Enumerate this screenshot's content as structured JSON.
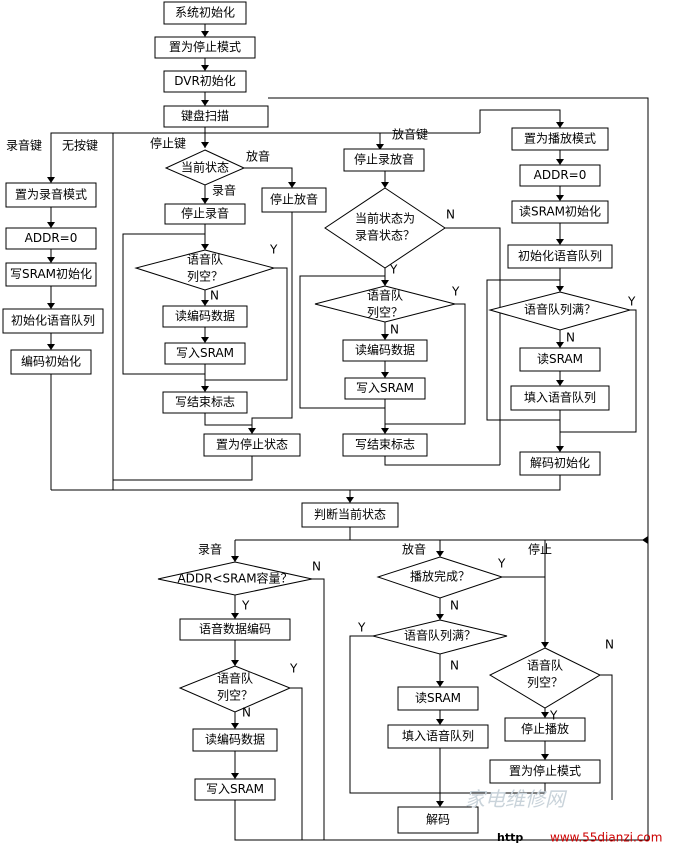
{
  "boxes": {
    "sys_init": "系统初始化",
    "set_stop_mode": "置为停止模式",
    "dvr_init": "DVR初始化",
    "key_scan": "键盘扫描",
    "set_record_mode": "置为录音模式",
    "addr0_rec": "ADDR=0",
    "write_sram_init": "写SRAM初始化",
    "init_voice_queue_rec": "初始化语音队列",
    "encode_init": "编码初始化",
    "stop_record": "停止录音",
    "read_encoded_1": "读编码数据",
    "write_sram_1": "写入SRAM",
    "write_end_flag_1": "写结束标志",
    "set_stop_state": "置为停止状态",
    "stop_play": "停止放音",
    "stop_rec_play": "停止录放音",
    "read_encoded_2": "读编码数据",
    "write_sram_2": "写入SRAM",
    "write_end_flag_2": "写结束标志",
    "set_play_mode": "置为播放模式",
    "addr0_play": "ADDR=0",
    "read_sram_init": "读SRAM初始化",
    "init_voice_queue_play": "初始化语音队列",
    "read_sram_1": "读SRAM",
    "fill_voice_queue_1": "填入语音队列",
    "decode_init": "解码初始化",
    "judge_state": "判断当前状态",
    "voice_data_encode": "语音数据编码",
    "read_encoded_3": "读编码数据",
    "write_sram_3": "写入SRAM",
    "read_sram_2": "读SRAM",
    "fill_voice_queue_2": "填入语音队列",
    "decode": "解码",
    "stop_playing": "停止播放",
    "set_stop_mode_2": "置为停止模式"
  },
  "decisions": {
    "current_state": "当前状态",
    "queue_empty_1_l1": "语音队",
    "queue_empty_1_l2": "列空？",
    "is_record_state_l1": "当前状态为",
    "is_record_state_l2": "录音状态？",
    "queue_empty_2_l1": "语音队",
    "queue_empty_2_l2": "列空？",
    "queue_full_1": "语音队列满？",
    "addr_lt_sram": "ADDR<SRAM容量？",
    "queue_empty_3_l1": "语音队",
    "queue_empty_3_l2": "列空？",
    "play_done": "播放完成？",
    "queue_full_2": "语音队列满？",
    "queue_empty_4_l1": "语音队",
    "queue_empty_4_l2": "列空？"
  },
  "labels": {
    "record_key": "录音键",
    "no_key": "无按键",
    "stop_key": "停止键",
    "play_key": "放音键",
    "play": "放音",
    "record": "录音",
    "record_b": "录音",
    "play_b": "放音",
    "stop_b": "停止",
    "yes": "Y",
    "no": "N"
  },
  "watermark": {
    "text": "家电维修网",
    "url": "www.55dianzi.com",
    "mark": "http"
  }
}
